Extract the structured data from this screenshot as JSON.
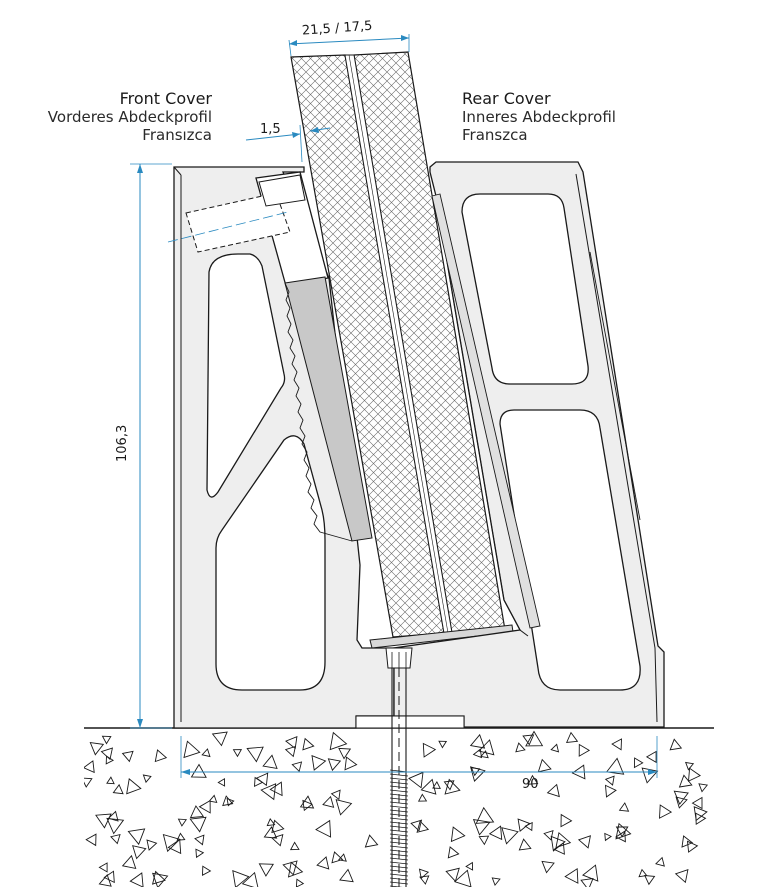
{
  "labels": {
    "front_cover": {
      "title": "Front Cover",
      "line_de": "Vorderes Abdeckprofil",
      "line_tr": "Fransızca"
    },
    "rear_cover": {
      "title": "Rear Cover",
      "line_de": "Inneres Abdeckprofil",
      "line_tr": "Franszca"
    }
  },
  "dimensions": {
    "glass_thickness": "21,5 / 17,5",
    "gap": "1,5",
    "height": "106,3",
    "width": "90"
  },
  "colors": {
    "outline": "#1a1a1a",
    "profile_fill": "#eeeeee",
    "dimension": "#2a8ac0",
    "gasket": "#c8c8c8"
  }
}
